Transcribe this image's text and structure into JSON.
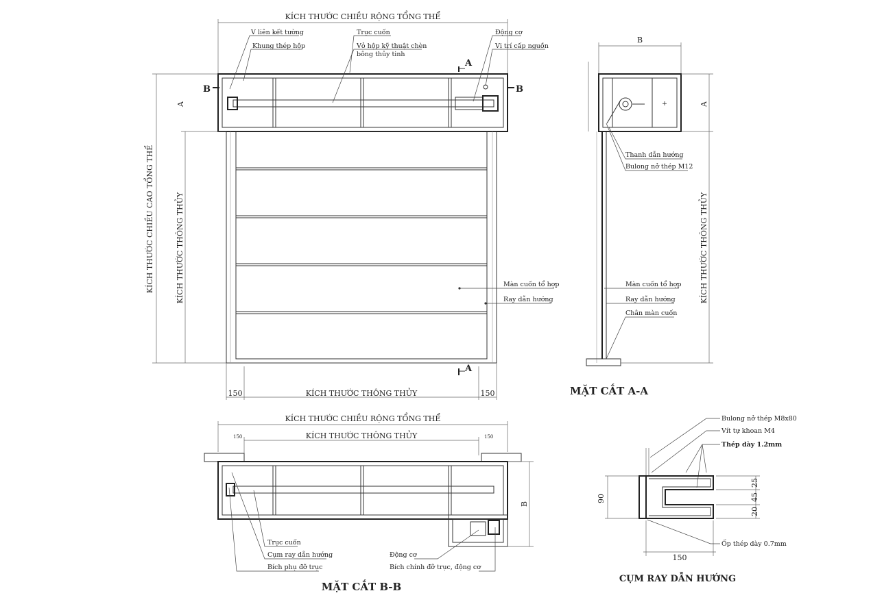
{
  "front_view": {
    "overall_width": "KÍCH THƯỚC CHIỀU RỘNG TỔNG THỂ",
    "overall_height": "KÍCH THƯỚC CHIỀU CAO TỔNG THỂ",
    "clear_height": "KÍCH THƯỚC THÔNG THỦY",
    "clear_width": "KÍCH THƯỚC THÔNG THỦY",
    "dim_a": "A",
    "dim_left": "150",
    "dim_right": "150",
    "section_a_top": "A",
    "section_a_bottom": "A",
    "section_b_left": "B",
    "section_b_right": "B",
    "labels": {
      "v_lien_ket": "V liên kết tường",
      "khung_thep": "Khung thép hộp",
      "truc_cuon": "Trục cuốn",
      "vo_hop_1": "Vỏ hộp kỹ thuật chèn",
      "vo_hop_2": "bông thủy tinh",
      "dong_co": "Động cơ",
      "vi_tri_cap": "Vị trí cấp nguồn",
      "man_cuon": "Màn cuốn tổ hợp",
      "ray_dan": "Ray dẫn hướng"
    }
  },
  "section_aa": {
    "title": "MẶT CẮT A-A",
    "dim_b": "B",
    "dim_a": "A",
    "clear_height": "KÍCH THƯỚC THÔNG THỦY",
    "labels": {
      "thanh_dan": "Thanh dẫn hướng",
      "bulong_m12": "Bulong nở thép M12",
      "man_cuon": "Màn cuốn tổ hợp",
      "ray_dan": "Ray dẫn hướng",
      "chan_man": "Chân màn cuốn"
    }
  },
  "section_bb": {
    "title": "MẶT CẮT B-B",
    "overall_width": "KÍCH THƯỚC CHIỀU RỘNG TỔNG THỂ",
    "clear_width": "KÍCH THƯỚC THÔNG THỦY",
    "dim_b": "B",
    "small_left": "150",
    "small_right": "150",
    "labels": {
      "truc_cuon": "Trục cuốn",
      "cum_ray": "Cụm ray dẫn hướng",
      "bich_phu": "Bích phụ đỡ trục",
      "dong_co": "Động cơ",
      "bich_chinh": "Bích chính đỡ trục, động cơ"
    }
  },
  "rail_detail": {
    "title": "CỤM RAY DẪN HƯỚNG",
    "bulong": "Bulong nở thép M8x80",
    "vit": "Vít tự khoan M4",
    "thep_day": "Thép dày 1.2mm",
    "op_thep": "Ốp thép dày 0.7mm",
    "dim_90": "90",
    "dim_25": "25",
    "dim_45": "45",
    "dim_20": "20",
    "dim_150": "150"
  }
}
